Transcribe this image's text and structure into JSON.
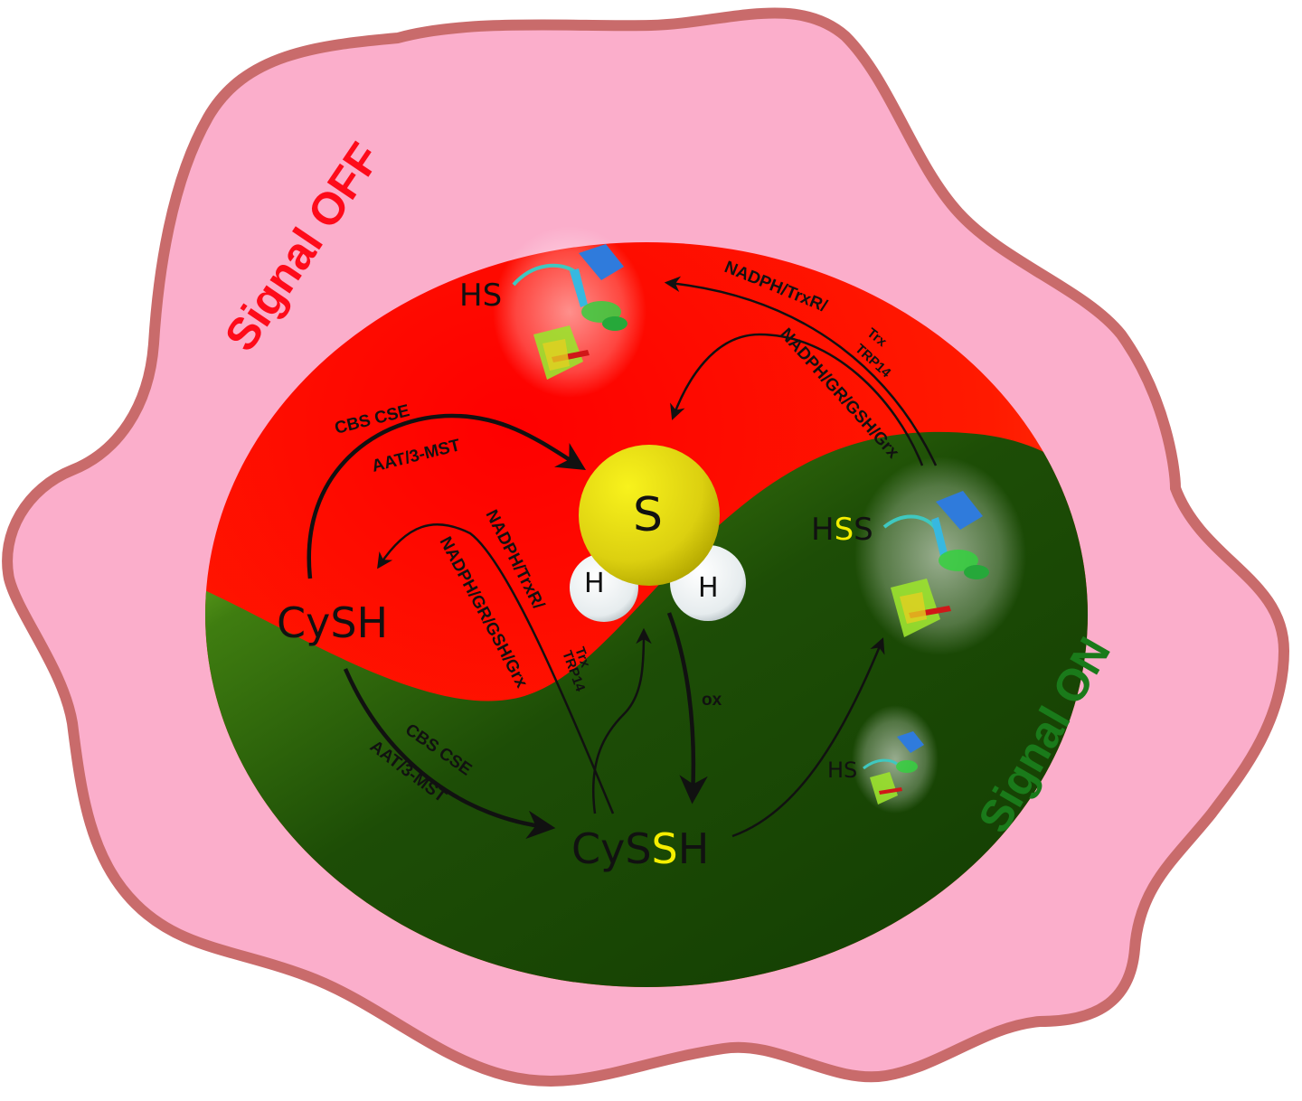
{
  "diagram": {
    "colors": {
      "background": "#ffffff",
      "membrane_fill": "#fbaecb",
      "membrane_stroke": "#c96b6b",
      "signal_off_region": "#fe0b00",
      "signal_off_region_light": "#ff3a10",
      "signal_on_region": "#1b4a05",
      "signal_on_region_light": "#8fd131",
      "sulfur_atom": "#e6de10",
      "hydrogen_atom": "#f2f2f2",
      "highlight_sulfur_text": "#f5ee00",
      "signal_off_text": "#fe0b1a",
      "signal_on_text": "#1a7a1a",
      "arrow": "#111111"
    },
    "region_labels": {
      "signal_off": "Signal OFF",
      "signal_on": "Signal ON"
    },
    "molecule": {
      "center_atom": "S",
      "left_atom": "H",
      "right_atom": "H"
    },
    "species": {
      "cysh": "CySH",
      "cyssh_prefix": "CyS",
      "cyssh_highlight": "S",
      "cyssh_suffix": "H",
      "protein_hs_top": "HS",
      "protein_hss_prefix": "H",
      "protein_hss_highlight": "S",
      "protein_hss_suffix": "S",
      "protein_hs_bottom": "HS"
    },
    "enzymes": {
      "top_left_line1": "CBS  CSE",
      "top_left_line2": "AAT/3-MST",
      "bottom_left_line1": "CBS  CSE",
      "bottom_left_line2": "AAT/3-MST",
      "top_right_trx_main": "NADPH/TrxR/",
      "top_right_trx_sup": "Trx",
      "top_right_trx_sub": "TRP14",
      "top_right_gsh": "NADPH/GR/GSH/Grx",
      "center_trx_main": "NADPH/TrxR/",
      "center_trx_sup": "Trx",
      "center_trx_sub": "TRP14",
      "center_gsh": "NADPH/GR/GSH/Grx",
      "oxidation": "ox"
    },
    "arrows": [
      {
        "from": "CySH",
        "to": "H2S",
        "label": "CBS CSE AAT/3-MST"
      },
      {
        "from": "CySH",
        "to": "CySSH",
        "label": "CBS CSE AAT/3-MST"
      },
      {
        "from": "H2S",
        "to": "CySSH",
        "label": "ox"
      },
      {
        "from": "CySSH",
        "to": "H2S",
        "label": ""
      },
      {
        "from": "CySSH",
        "to": "CySH",
        "label": "NADPH/TrxR/Trx TRP14 ; NADPH/GR/GSH/Grx"
      },
      {
        "from": "CySSH",
        "to": "Protein-SSH",
        "label": ""
      },
      {
        "from": "Protein-SSH",
        "to": "Protein-SH",
        "label": "NADPH/TrxR/Trx TRP14"
      },
      {
        "from": "Protein-SSH",
        "to": "H2S",
        "label": "NADPH/GR/GSH/Grx"
      }
    ]
  }
}
